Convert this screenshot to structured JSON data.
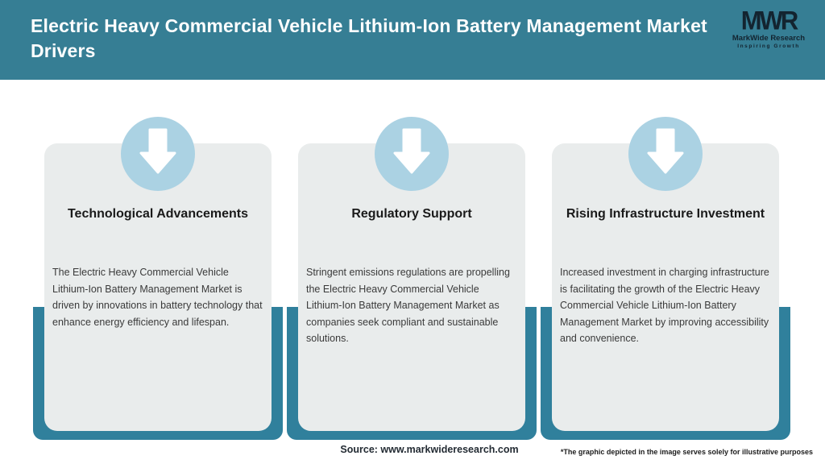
{
  "header": {
    "title_line1": "Electric Heavy Commercial Vehicle Lithium-Ion Battery Management Market",
    "title_line2": "Drivers",
    "logo": {
      "acronym": "MWR",
      "name": "MarkWide Research",
      "tagline": "Inspiring Growth"
    }
  },
  "cards": [
    {
      "title": "Technological Advancements",
      "description": "The Electric Heavy Commercial Vehicle Lithium-Ion Battery Management Market is driven by innovations in battery technology that enhance energy efficiency and lifespan."
    },
    {
      "title": "Regulatory Support",
      "description": "Stringent emissions regulations are propelling the Electric Heavy Commercial Vehicle Lithium-Ion Battery Management Market as companies seek compliant and sustainable solutions."
    },
    {
      "title": "Rising Infrastructure Investment",
      "description": "Increased investment in charging infrastructure is facilitating the growth of the Electric Heavy Commercial Vehicle Lithium-Ion Battery Management Market by improving accessibility and convenience."
    }
  ],
  "footer": {
    "source": "Source: www.markwideresearch.com",
    "disclaimer": "*The graphic depicted in the image serves solely for illustrative purposes"
  },
  "colors": {
    "header_background": "#367E94",
    "accent_teal": "#30809C",
    "badge_blue": "#ABD2E3",
    "card_background": "#E9ECEC",
    "header_text": "#FFFFFF",
    "body_text": "#3A3A3A",
    "logo_text": "#132430"
  }
}
